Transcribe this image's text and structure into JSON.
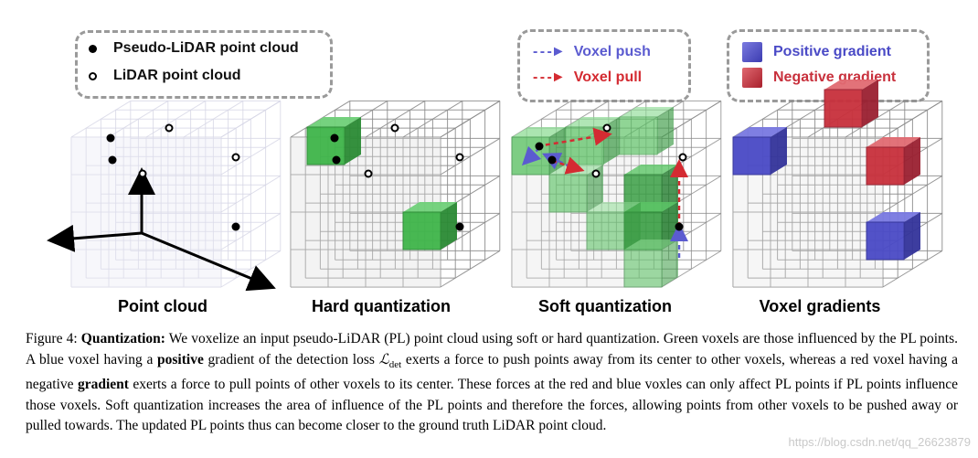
{
  "legend_points": {
    "pseudo_lidar": "Pseudo-LiDAR point cloud",
    "lidar": "LiDAR point cloud"
  },
  "legend_voxel": {
    "push": "Voxel push",
    "pull": "Voxel pull",
    "push_color": "#5b5bd0",
    "pull_color": "#d42b32"
  },
  "legend_gradient": {
    "positive": "Positive gradient",
    "negative": "Negative gradient",
    "positive_color": "#4a4ac6",
    "negative_color": "#c8303c"
  },
  "panels": {
    "point_cloud": "Point cloud",
    "hard_quantization": "Hard quantization",
    "soft_quantization": "Soft quantization",
    "voxel_gradients": "Voxel gradients"
  },
  "colors": {
    "green": "#2e9e3a",
    "grid": "#9a9a9a"
  },
  "caption": {
    "figure_label": "Figure 4:",
    "title": "Quantization:",
    "part1": " We voxelize an input pseudo-LiDAR (PL) point cloud using soft or hard quantization. Green voxels are those influenced by the PL points. A blue voxel having a ",
    "positive": "positive",
    "part2": " gradient of the detection loss ",
    "loss_symbol": "ℒ",
    "loss_sub": "det",
    "part3": " exerts a force to push points away from its center to other voxels, whereas a red voxel having a negative ",
    "gradient": "gradient",
    "part4": " exerts a force to pull points of other voxels to its center. These forces at the red and blue voxles can only affect PL points if PL points influence those voxels. Soft quantization increases the area of influence of the PL points and therefore the forces, allowing points from other voxels to be pushed away or pulled towards. The updated PL points thus can become closer to the ground truth LiDAR point cloud."
  },
  "watermark": "https://blog.csdn.net/qq_26623879"
}
